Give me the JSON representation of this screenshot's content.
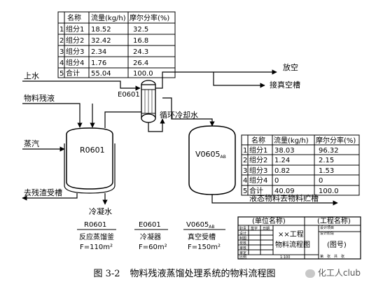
{
  "feed_table": {
    "headers": [
      "",
      "名称",
      "流量(kg/h)",
      "摩尔分率(%)"
    ],
    "rows": [
      [
        "1",
        "组分1",
        "18.52",
        "32.5"
      ],
      [
        "2",
        "组分2",
        "32.42",
        "16.8"
      ],
      [
        "3",
        "组分3",
        "2.34",
        "24.3"
      ],
      [
        "4",
        "组分4",
        "1.76",
        "26.4"
      ],
      [
        "5",
        "合计",
        "55.04",
        "100.0"
      ]
    ]
  },
  "product_table": {
    "headers": [
      "",
      "名称",
      "流量(kg/h)",
      "摩尔分率(%)"
    ],
    "rows": [
      [
        "1",
        "组分1",
        "38.03",
        "96.32"
      ],
      [
        "2",
        "组分2",
        "1.24",
        "2.15"
      ],
      [
        "3",
        "组分3",
        "0.82",
        "1.53"
      ],
      [
        "4",
        "组分4",
        "0",
        "0"
      ],
      [
        "5",
        "合计",
        "40.09",
        "100.0"
      ]
    ]
  },
  "streams": {
    "water_in": "上水",
    "residue_feed": "物料残液",
    "steam": "蒸汽",
    "vent": "放空",
    "vacuum": "接真空槽",
    "cooling_water": "循环冷却水",
    "residue_out": "去残渣受槽",
    "condensate": "冷凝水",
    "liquid_out": "液态物料去物料贮槽"
  },
  "equipment": {
    "kettle_tag": "R0601",
    "condenser_tag": "E0601",
    "tank_tag": "V0605",
    "tank_suffix": "AB"
  },
  "equipment_list": [
    {
      "tag": "R0601",
      "suffix": "",
      "name": "反应蒸馏釜",
      "spec": "F=110m²"
    },
    {
      "tag": "E0601",
      "suffix": "",
      "name": "冷凝器",
      "spec": "F=60m²"
    },
    {
      "tag": "V0605",
      "suffix": "AB",
      "name": "真空受槽",
      "spec": "F=150m²"
    }
  ],
  "title_block": {
    "unit_name": "(单位名称)",
    "project_name": "(工程名称)",
    "drawing_title_1": "××工程",
    "drawing_title_2": "物料流程图",
    "drawing_no": "(图号)",
    "left_labels": [
      "职责",
      "设计",
      "制图",
      "校核",
      "审核",
      "审定"
    ],
    "sign_labels": [
      "签字",
      "日期"
    ],
    "right_labels": [
      "设计项目",
      "设计阶段"
    ],
    "scale": "比例",
    "bottom_text": "1:100",
    "sheet_labels": [
      "第",
      "张",
      "共",
      "张"
    ]
  },
  "caption": {
    "figure_no": "图 3-2",
    "title": "物料残液蒸馏处理系统的物料流程图"
  },
  "watermark": "化工人club"
}
